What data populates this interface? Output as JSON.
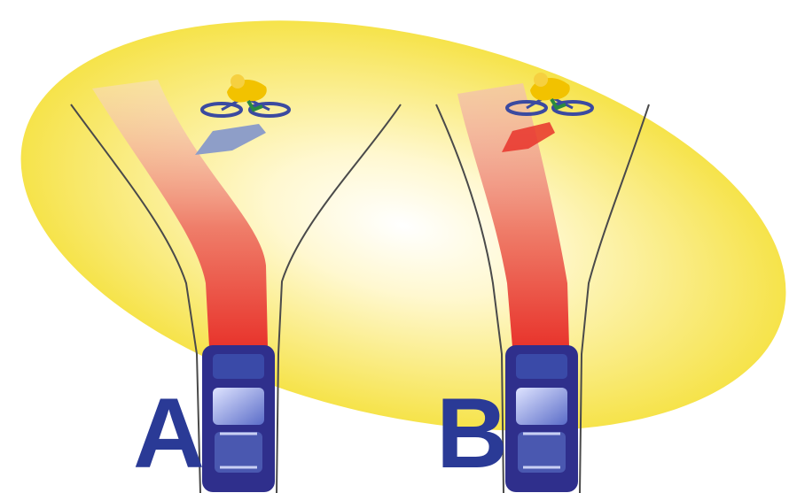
{
  "colors": {
    "background": "#ffffff",
    "headlight_glow_center": "#ffffff",
    "headlight_glow_edge": "#f6e34a",
    "beam_near": "#e8342c",
    "beam_far": "#f6c9b4",
    "road_line": "#4a4a4a",
    "car_body": "#2f2f8c",
    "car_window": "#5a6cc8",
    "label": "#2a3a96",
    "cyclist_jersey": "#f2c200",
    "cyclist_bike": "#3b4aa0",
    "cyclist_shadow": "#8e9ec8"
  },
  "scenes": [
    {
      "id": "A",
      "label": "A",
      "beam_hits_cyclist": false
    },
    {
      "id": "B",
      "label": "B",
      "beam_hits_cyclist": true
    }
  ],
  "icons": {
    "car": "car-top-view-icon",
    "cyclist": "cyclist-icon"
  }
}
